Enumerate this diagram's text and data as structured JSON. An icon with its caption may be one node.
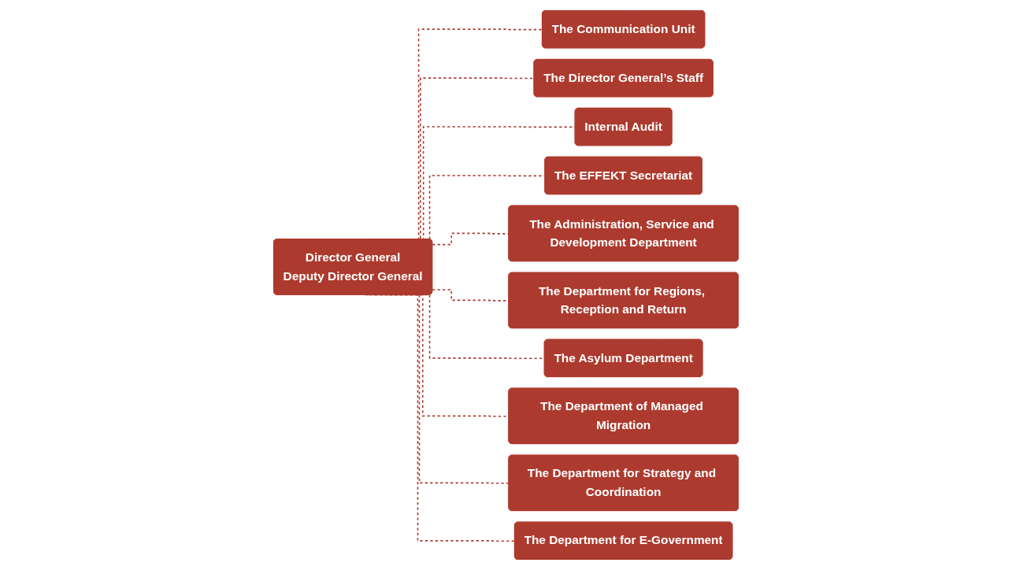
{
  "diagram": {
    "nodes": [
      {
        "text": [
          "Director General",
          "Deputy Director General"
        ]
      },
      {
        "text": [
          "The Communication Unit"
        ]
      },
      {
        "text": [
          "The Director General’s Staff"
        ]
      },
      {
        "text": [
          "Internal Audit"
        ]
      },
      {
        "text": [
          "The EFFEKT Secretariat"
        ]
      },
      {
        "text": [
          "The Administration, Service and Development Department"
        ]
      },
      {
        "text": [
          "The Department for Regions, Reception and Return"
        ]
      },
      {
        "text": [
          "The Asylum Department"
        ]
      },
      {
        "text": [
          "The Department of Managed Migration"
        ]
      },
      {
        "text": [
          "The Department for Strategy and Coordination"
        ]
      },
      {
        "text": [
          "The Department for E-Government"
        ]
      }
    ],
    "edges": [
      {
        "from": 0,
        "to": 1,
        "arrow": "none",
        "style": "dashed"
      },
      {
        "from": 0,
        "to": 2,
        "arrow": "none",
        "style": "dashed"
      },
      {
        "from": 0,
        "to": 3,
        "arrow": "none",
        "style": "dashed"
      },
      {
        "from": 0,
        "to": 4,
        "arrow": "none",
        "style": "dashed"
      },
      {
        "from": 0,
        "to": 5,
        "arrow": "none",
        "style": "dashed"
      },
      {
        "from": 0,
        "to": 6,
        "arrow": "none",
        "style": "dashed"
      },
      {
        "from": 0,
        "to": 7,
        "arrow": "none",
        "style": "dashed"
      },
      {
        "from": 0,
        "to": 8,
        "arrow": "none",
        "style": "dashed"
      },
      {
        "from": 0,
        "to": 9,
        "arrow": "none",
        "style": "dashed"
      },
      {
        "from": 0,
        "to": 10,
        "arrow": "none",
        "style": "dashed"
      }
    ]
  }
}
